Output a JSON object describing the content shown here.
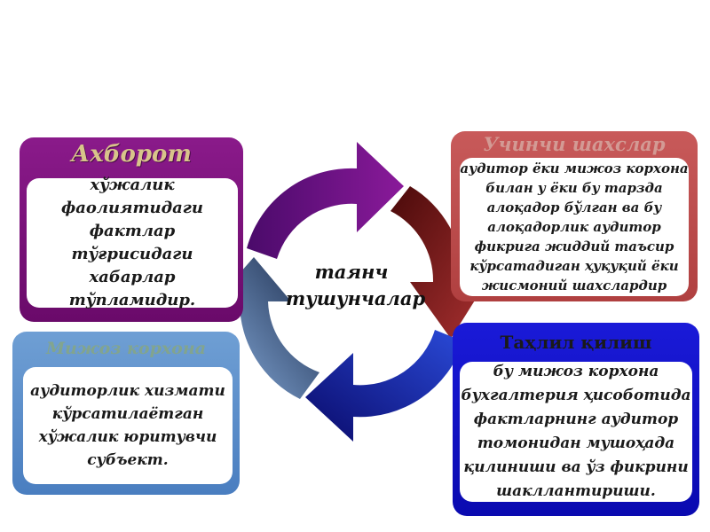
{
  "center": {
    "line1": "таянч",
    "line2": "тушунчалар"
  },
  "cards": {
    "top_left": {
      "title": "Ахборот",
      "text": "хўжалик фаолиятидаги фактлар тўғрисидаги хабарлар тўпламидир."
    },
    "top_right": {
      "title": "Учинчи шахслар",
      "text": "аудитор ёки мижоз корхона билан у ёки бу тарзда алоқадор бўлган ва бу алоқадорлик аудитор фикрига жиддий таъсир кўрсатадиган ҳуқуқий ёки жисмоний шахслардир"
    },
    "bottom_left": {
      "title": "Мижоз корхона",
      "text": "аудиторлик хизмати кўрсатилаётган хўжалик юритувчи субъект."
    },
    "bottom_right": {
      "title": "Таҳлил қилиш",
      "text": "бу мижоз корхона бухгалтерия ҳисоботида фактларнинг аудитор томонидан мушоҳада қилиниши ва ўз фикрини шакллантириши."
    }
  },
  "colors": {
    "purple": "#7a137a",
    "red": "#b84848",
    "steel_blue": "#5a8cc8",
    "blue": "#1212c8",
    "dark_red_arrow": "#7a1616",
    "navy_arrow": "#1a2a5a"
  }
}
